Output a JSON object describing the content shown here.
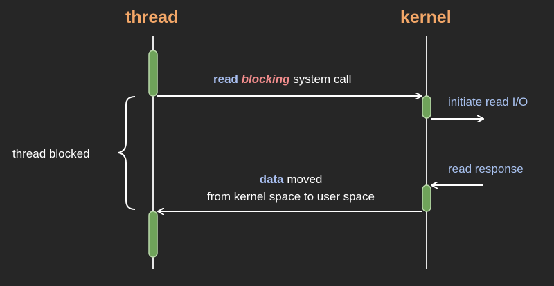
{
  "headers": {
    "thread": "thread",
    "kernel": "kernel"
  },
  "messages": {
    "read_call": {
      "kw_read": "read",
      "kw_blocking": "blocking",
      "rest": " system call"
    },
    "initiate": "initiate read I/O",
    "response": "read response",
    "data_moved": {
      "kw_data": "data",
      "rest": " moved",
      "line2": "from kernel space to user space"
    },
    "blocked": "thread blocked"
  },
  "colors": {
    "background": "#262626",
    "header": "#f3a768",
    "keyword_blue": "#a9bff0",
    "keyword_pink": "#f08c8c",
    "label_blue": "#a9c2f0",
    "text_white": "#ffffff",
    "lifeline": "#e6e6e6",
    "activation_fill": "#6fa35a",
    "activation_stroke": "#b9d8a9"
  }
}
